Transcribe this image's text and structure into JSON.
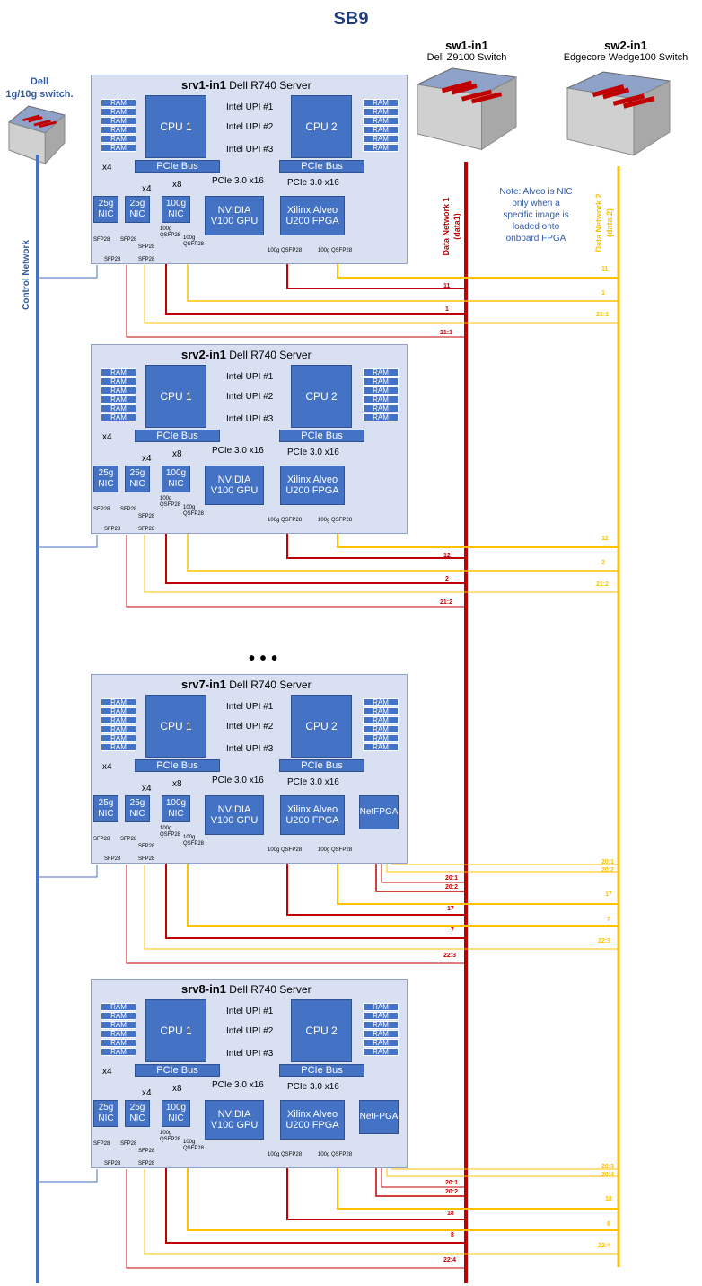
{
  "title": "SB9",
  "sw1": {
    "name": "sw1-in1",
    "model": "Dell Z9100 Switch",
    "data_label_1": "Data Network 1",
    "data_label_2": "(data1)"
  },
  "sw2": {
    "name": "sw2-in1",
    "model": "Edgecore Wedge100 Switch",
    "data_label_1": "Data Network 2",
    "data_label_2": "(data 2)"
  },
  "dell_switch": {
    "line1": "Dell",
    "line2": "1g/10g switch."
  },
  "control_network_label": "Control Network",
  "note": "Note: Alveo is NIC only when a specific image is loaded onto onboard FPGA",
  "ellipsis": "• • •",
  "common": {
    "ram": "RAM",
    "cpu1": "CPU 1",
    "cpu2": "CPU 2",
    "upi1": "Intel UPI #1",
    "upi2": "Intel UPI #2",
    "upi3": "Intel UPI #3",
    "pcie_bus": "PCIe Bus",
    "pcie_lanes": "PCIe 3.0 x16",
    "x4": "x4",
    "x8": "x8",
    "nic25_a": "25g",
    "nic25_b": "NIC",
    "nic100_a": "100g",
    "nic100_b": "NIC",
    "gpu_a": "NVIDIA",
    "gpu_b": "V100 GPU",
    "fpga_a": "Xilinx Alveo",
    "fpga_b": "U200 FPGA",
    "netfpga": "NetFPGA",
    "sfp28": "SFP28",
    "qsfp_a": "100g",
    "qsfp_b": "QSFP28",
    "fpga_port": "100g QSFP28"
  },
  "servers": [
    {
      "name": "srv1-in1",
      "model": "Dell R740 Server",
      "ports": {
        "fpga_red": "11",
        "fpga_yellow": "11",
        "nic_red": "1",
        "nic_yellow": "1",
        "sfp_yellow": "21:1",
        "sfp_red": "21:1"
      }
    },
    {
      "name": "srv2-in1",
      "model": "Dell R740 Server",
      "ports": {
        "fpga_red": "12",
        "fpga_yellow": "12",
        "nic_red": "2",
        "nic_yellow": "2",
        "sfp_yellow": "21:2",
        "sfp_red": "21:2"
      }
    },
    {
      "name": "srv7-in1",
      "model": "Dell R740 Server",
      "ports": {
        "net_y1": "20:1",
        "net_y2": "20:2",
        "net_r1": "20:1",
        "net_r2": "20:2",
        "fpga_yellow": "17",
        "fpga_red": "17",
        "nic_yellow": "7",
        "nic_red": "7",
        "sfp_yellow": "22:3",
        "sfp_red": "22:3"
      }
    },
    {
      "name": "srv8-in1",
      "model": "Dell R740 Server",
      "ports": {
        "net_y1": "20:3",
        "net_y2": "20:4",
        "net_r1": "20:1",
        "net_r2": "20:2",
        "fpga_yellow": "18",
        "fpga_red": "18",
        "nic_yellow": "8",
        "nic_red": "8",
        "sfp_yellow": "22:4",
        "sfp_red": "22:4"
      }
    }
  ],
  "colors": {
    "red": "#c00000",
    "yellow": "#ffc000",
    "blue": "#4472c4",
    "dark_blue": "#1f3d7a"
  }
}
